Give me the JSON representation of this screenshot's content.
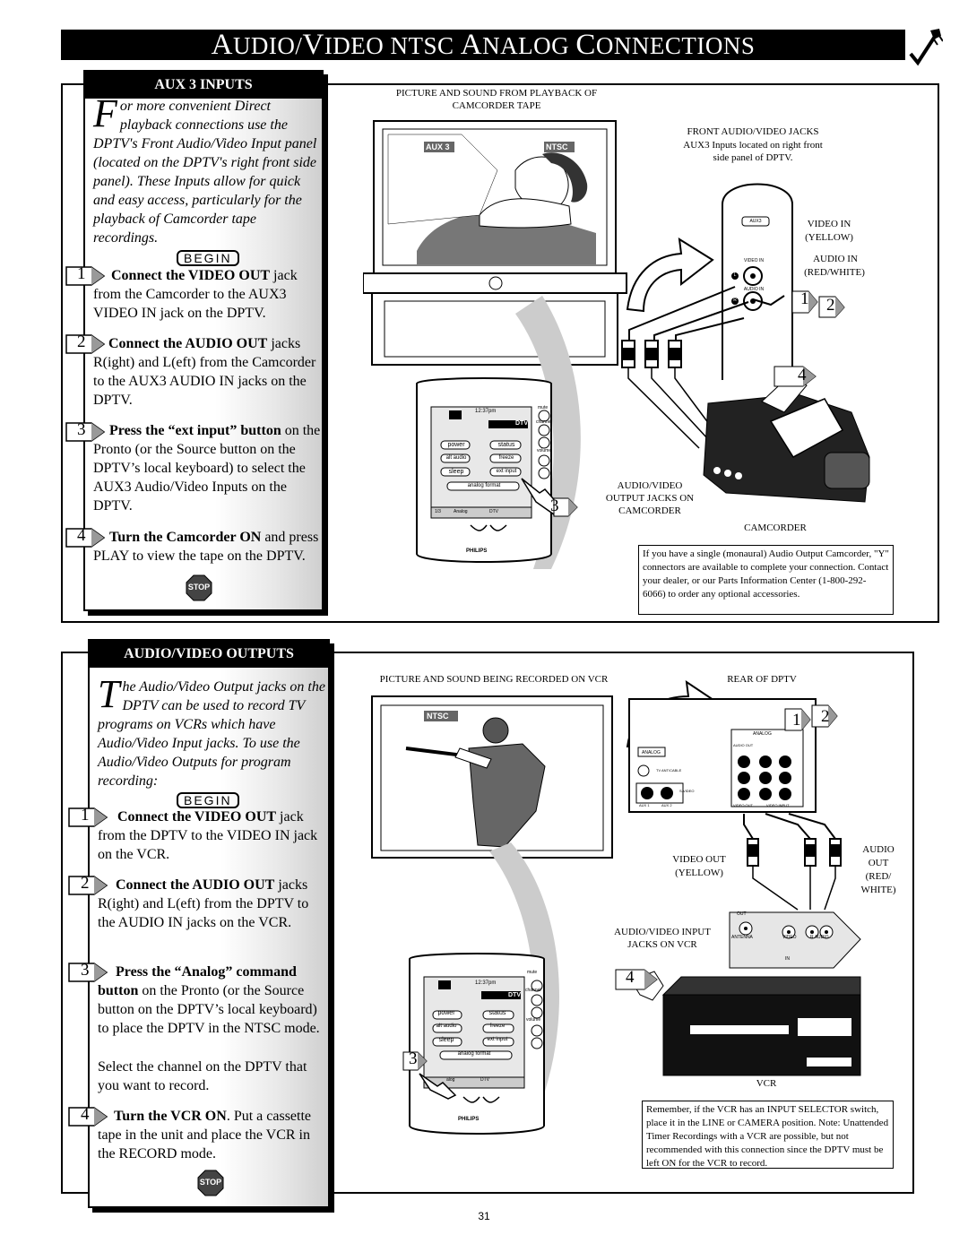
{
  "page": {
    "title_parts": [
      "A",
      "UDIO/",
      "V",
      "IDEO NTSC ",
      "A",
      "NALOG ",
      "C",
      "ONNECTIONS"
    ],
    "page_number": "31"
  },
  "aux3": {
    "header": "AUX 3 INPUTS",
    "intro_drop": "F",
    "intro": "or more convenient Direct playback connections use the DPTV's Front Audio/Video Input panel (located on the DPTV's right front side panel). These Inputs allow for quick and easy access, particularly for the playback of Camcorder tape recordings.",
    "begin": "BEGIN",
    "steps": [
      {
        "num": "1",
        "lead": "Connect the VIDEO OUT",
        "rest": " jack from the Camcorder to the AUX3 VIDEO IN jack on the DPTV."
      },
      {
        "num": "2",
        "lead": "Connect the AUDIO OUT",
        "rest": " jacks R(ight) and L(eft) from the Camcorder to the AUX3 AUDIO IN jacks on the DPTV."
      },
      {
        "num": "3",
        "lead": "Press the “ext input” button",
        "rest": " on the Pronto (or the Source button on the DPTV’s local keyboard) to select the AUX3 Audio/Video Inputs on the DPTV."
      },
      {
        "num": "4",
        "lead": "Turn the Camcorder ON",
        "rest": " and press PLAY to view the tape on the DPTV."
      }
    ],
    "stop": "STOP",
    "diagram": {
      "picture_caption": "PICTURE AND SOUND FROM PLAYBACK OF CAMCORDER TAPE",
      "screen_tag_left": "AUX 3",
      "screen_tag_right": "NTSC",
      "front_jacks_title": "FRONT AUDIO/VIDEO JACKS",
      "front_jacks_desc": "AUX3 Inputs located on right front side panel of DPTV.",
      "panel_aux3": "AUX3",
      "panel_video_in": "VIDEO IN",
      "panel_audio_in": "AUDIO IN",
      "panel_l": "L",
      "panel_r": "R",
      "video_in_label": "VIDEO IN",
      "video_in_color": "(YELLOW)",
      "audio_in_label": "AUDIO IN",
      "audio_in_color": "(RED/WHITE)",
      "callout_1": "1",
      "callout_2": "2",
      "callout_3": "3",
      "callout_4": "4",
      "camcorder_jacks_label": "AUDIO/VIDEO OUTPUT JACKS ON CAMCORDER",
      "camcorder_label": "CAMCORDER",
      "remote": {
        "time": "12:37pm",
        "mode": "DTV",
        "mute": "mute",
        "channel": "channel",
        "volume": "volume",
        "power": "power",
        "status": "status",
        "alt_audio": "alt audio",
        "freeze": "freeze",
        "sleep": "sleep",
        "ext_input": "ext input",
        "analog_format": "analog format",
        "page": "1/3",
        "analog": "Analog",
        "dtv": "DTV",
        "brand": "PHILIPS"
      },
      "note": "If you have a single (monaural) Audio Output Camcorder, \"Y\" connectors are available to complete your connection. Contact your dealer, or our Parts Information Center (1-800-292-6066) to order any optional accessories."
    }
  },
  "outputs": {
    "header": "AUDIO/VIDEO OUTPUTS",
    "intro_drop": "T",
    "intro": "he Audio/Video Output jacks on the DPTV can be used to record TV programs on VCRs which have Audio/Video Input jacks. To use the Audio/Video Outputs for program recording:",
    "begin": "BEGIN",
    "steps": [
      {
        "num": "1",
        "lead": "Connect the VIDEO OUT",
        "rest": " jack from the DPTV to the VIDEO IN jack on the VCR."
      },
      {
        "num": "2",
        "lead": "Connect the  AUDIO OUT",
        "rest": " jacks R(ight) and L(eft) from the DPTV to the AUDIO IN jacks on the VCR."
      },
      {
        "num": "3",
        "lead": "Press the “Analog” command button",
        "rest": " on the Pronto (or the Source button on the DPTV’s local keyboard) to place the DPTV in the NTSC mode.",
        "extra": "Select the channel on the DPTV that you want to record."
      },
      {
        "num": "4",
        "lead": "Turn the VCR ON",
        "rest": ". Put a cassette tape in the unit and place the VCR in the RECORD mode."
      }
    ],
    "stop": "STOP",
    "diagram": {
      "picture_caption": "PICTURE AND SOUND BEING RECORDED ON VCR",
      "rear_caption": "REAR OF DPTV",
      "screen_tag": "NTSC",
      "rear_analog": "ANALOG",
      "rear_analog2": "ANALOG",
      "rear_audio_out": "AUDIO OUT",
      "rear_tv_ant": "TV ANT/CABLE",
      "rear_svideo": "S-VIDEO",
      "rear_aux1": "AUX 1",
      "rear_aux2": "AUX 2",
      "rear_video_out": "VIDEO OUT",
      "rear_video_input": "VIDEO INPUT",
      "callout_1": "1",
      "callout_2": "2",
      "callout_3": "3",
      "callout_4": "4",
      "video_out_label": "VIDEO OUT",
      "video_out_color": "(YELLOW)",
      "audio_label": "AUDIO",
      "audio_out": "OUT",
      "audio_colors_1": "(RED/",
      "audio_colors_2": "WHITE)",
      "vcr_jacks_label": "AUDIO/VIDEO INPUT JACKS ON VCR",
      "vcr_out": "OUT",
      "vcr_antenna": "ANTENNA",
      "vcr_video": "VIDEO",
      "vcr_audio": "R  AUDIO",
      "vcr_in": "IN",
      "vcr_label": "VCR",
      "remote": {
        "time": "12:37pm",
        "mode": "DTV",
        "mute": "mute",
        "channel": "channel",
        "volume": "volume",
        "power": "power",
        "status": "status",
        "alt_audio": "alt audio",
        "freeze": "freeze",
        "sleep": "sleep",
        "ext_input": "ext input",
        "analog_format": "analog format",
        "analog": "alog",
        "dtv": "DTV",
        "brand": "PHILIPS"
      },
      "note": "Remember, if the VCR has an INPUT SELECTOR switch, place it in the LINE or CAMERA position. Note: Unattended Timer Recordings with a VCR are possible, but not recommended with this connection since the DPTV must be left ON for the VCR to record."
    }
  }
}
